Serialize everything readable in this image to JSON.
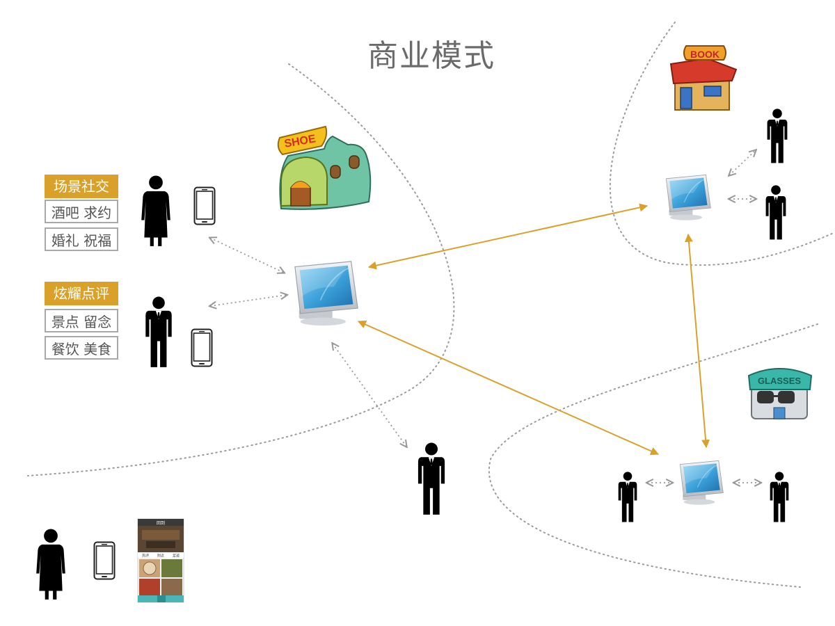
{
  "title": "商业模式",
  "groups": [
    {
      "heading": "场景社交",
      "items": [
        "酒吧 求约",
        "婚礼 祝福"
      ]
    },
    {
      "heading": "炫耀点评",
      "items": [
        "景点 留念",
        "餐饮 美食"
      ]
    }
  ],
  "shops": [
    {
      "name": "shoe-shop",
      "sign": "SHOE"
    },
    {
      "name": "book-shop",
      "sign": "BOOK"
    },
    {
      "name": "glasses-shop",
      "sign": "GLASSES"
    }
  ],
  "phone_screen": {
    "header": "回到",
    "tabs": [
      "热评",
      "附近",
      "足迹"
    ]
  },
  "colors": {
    "accent": "#d9a12a",
    "arrow_gray": "#999999",
    "monitor_blue": "#3a9fd8"
  }
}
